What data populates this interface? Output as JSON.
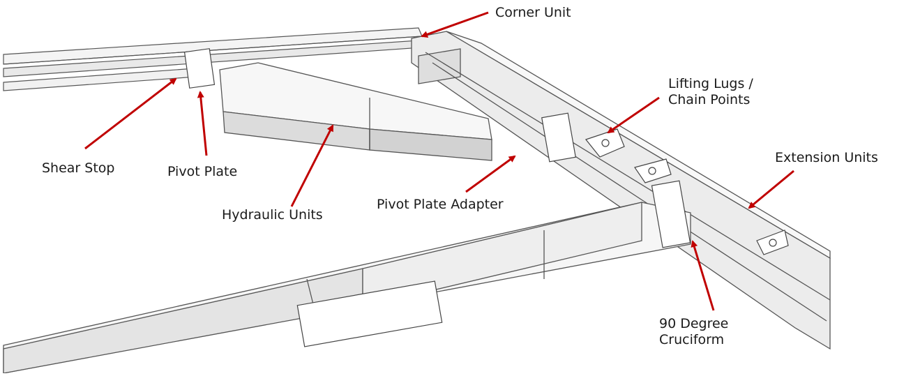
{
  "diagram": {
    "arrow_color": "#c00000",
    "labels": {
      "corner_unit": "Corner Unit",
      "lifting_lugs": "Lifting Lugs /\nChain Points",
      "extension_units": "Extension Units",
      "shear_stop": "Shear Stop",
      "pivot_plate": "Pivot Plate",
      "hydraulic_units": "Hydraulic Units",
      "pivot_plate_adapter": "Pivot Plate Adapter",
      "cruciform": "90 Degree\nCruciform"
    }
  }
}
